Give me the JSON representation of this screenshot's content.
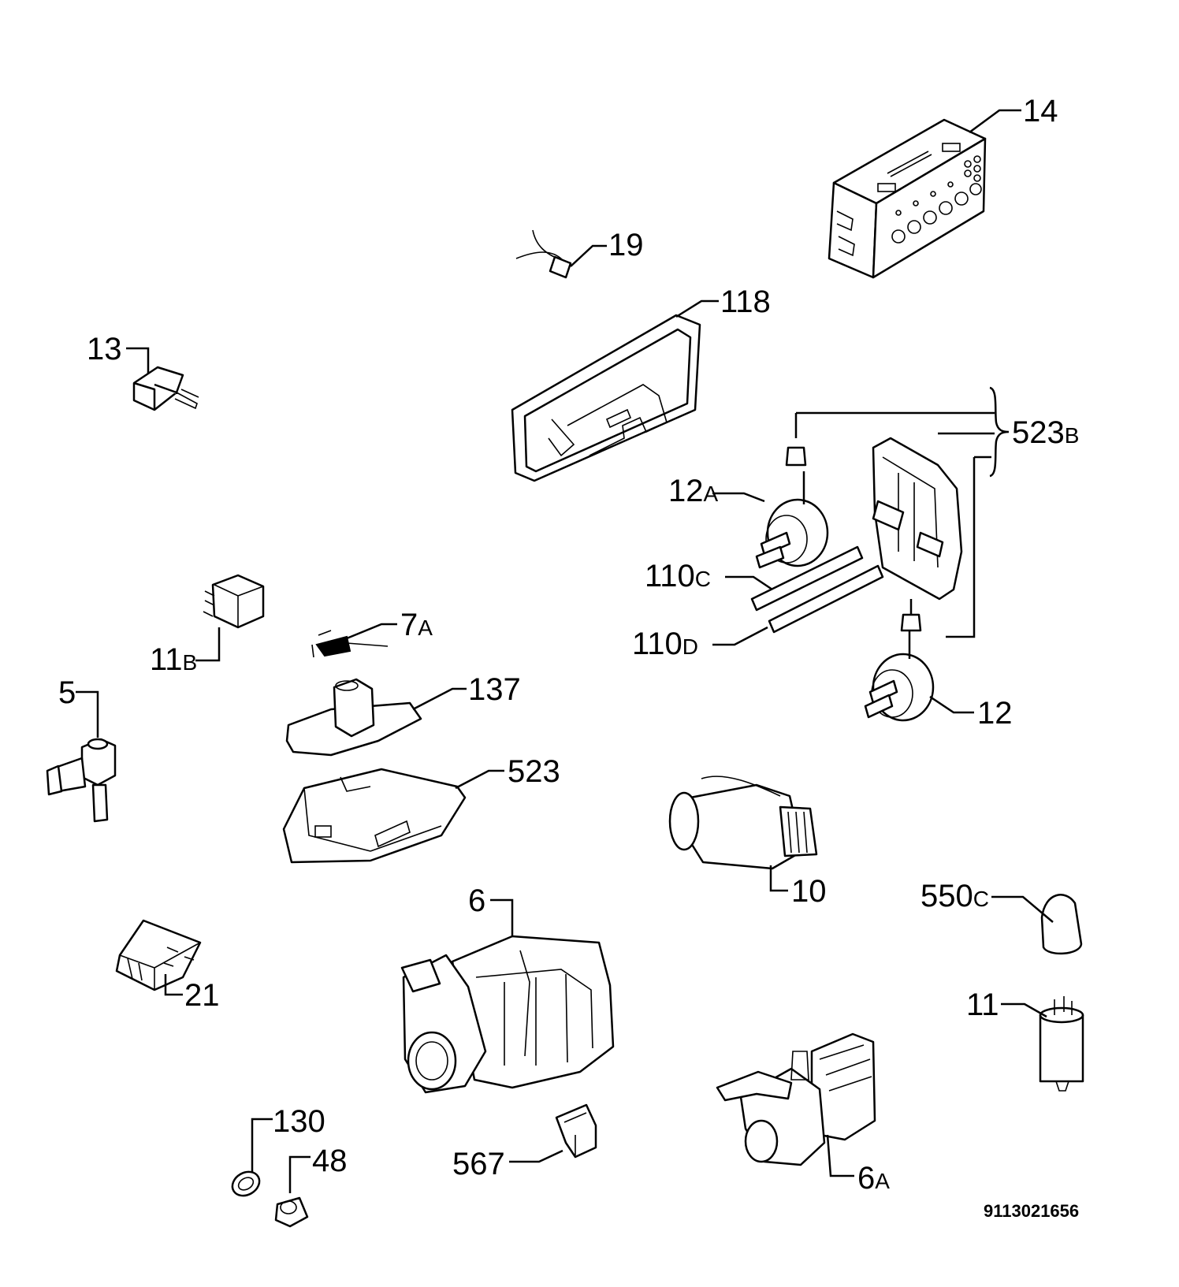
{
  "diagram_code": "9113021656",
  "parts": {
    "p14": {
      "num": "14",
      "suffix": "",
      "part": "electronic-module"
    },
    "p19": {
      "num": "19",
      "suffix": "",
      "part": "sensor"
    },
    "p118": {
      "num": "118",
      "suffix": "",
      "part": "cover"
    },
    "p13": {
      "num": "13",
      "suffix": "",
      "part": "switch"
    },
    "p523B": {
      "num": "523",
      "suffix": "B",
      "part": "hose-set"
    },
    "p12A": {
      "num": "12",
      "suffix": "A",
      "part": "pressure-switch"
    },
    "p110C": {
      "num": "110",
      "suffix": "C",
      "part": "hose"
    },
    "p110D": {
      "num": "110",
      "suffix": "D",
      "part": "hose"
    },
    "p11B": {
      "num": "11",
      "suffix": "B",
      "part": "relay"
    },
    "p7A": {
      "num": "7",
      "suffix": "A",
      "part": "micro-switch"
    },
    "p12": {
      "num": "12",
      "suffix": "",
      "part": "pressure-switch"
    },
    "p5": {
      "num": "5",
      "suffix": "",
      "part": "inlet-valve"
    },
    "p137": {
      "num": "137",
      "suffix": "",
      "part": "cover"
    },
    "p523": {
      "num": "523",
      "suffix": "",
      "part": "bracket"
    },
    "p10": {
      "num": "10",
      "suffix": "",
      "part": "heater"
    },
    "p550C": {
      "num": "550",
      "suffix": "C",
      "part": "cap"
    },
    "p6": {
      "num": "6",
      "suffix": "",
      "part": "circulation-pump"
    },
    "p21": {
      "num": "21",
      "suffix": "",
      "part": "filter"
    },
    "p11": {
      "num": "11",
      "suffix": "",
      "part": "capacitor"
    },
    "p130": {
      "num": "130",
      "suffix": "",
      "part": "gasket"
    },
    "p48": {
      "num": "48",
      "suffix": "",
      "part": "plug"
    },
    "p567": {
      "num": "567",
      "suffix": "",
      "part": "clip"
    },
    "p6A": {
      "num": "6",
      "suffix": "A",
      "part": "drain-pump"
    }
  }
}
